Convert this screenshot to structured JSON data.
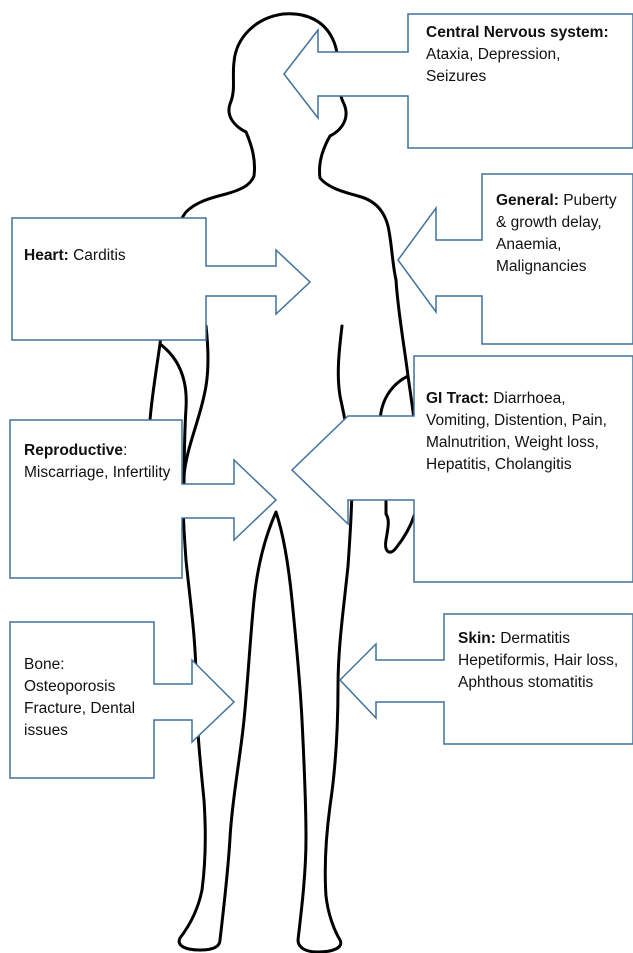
{
  "colors": {
    "callout_stroke": "#41719c",
    "silhouette_stroke": "#000000",
    "background": "#ffffff"
  },
  "callouts": {
    "cns": {
      "title": "Central Nervous system:",
      "body": " Ataxia, Depression, Seizures"
    },
    "general": {
      "title": "General:",
      "body": " Puberty & growth delay, Anaemia, Malignancies"
    },
    "heart": {
      "title": "Heart:",
      "body": " Carditis"
    },
    "gi": {
      "title": "GI Tract:",
      "body": " Diarrhoea, Vomiting, Distention, Pain, Malnutrition, Weight loss, Hepatitis, Cholangitis"
    },
    "reproductive": {
      "title": "Reproductive",
      "body": ": Miscarriage, Infertility"
    },
    "bone": {
      "title": "",
      "body": "Bone: Osteoporosis Fracture, Dental issues"
    },
    "skin": {
      "title": "Skin:",
      "body": " Dermatitis Hepetiformis, Hair loss, Aphthous stomatitis"
    }
  }
}
